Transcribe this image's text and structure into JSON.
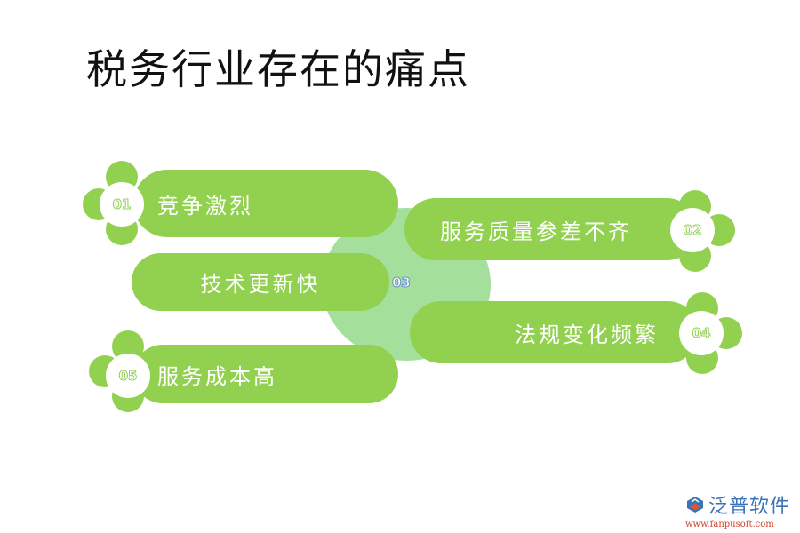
{
  "title": "税务行业存在的痛点",
  "colors": {
    "pill": "#92d050",
    "center_circle": "#a5df9c",
    "badge_text_outline": "#92d050",
    "center_number_outline": "#6b8fd6"
  },
  "items": [
    {
      "number": "01",
      "label": "竞争激烈"
    },
    {
      "number": "02",
      "label": "服务质量参差不齐"
    },
    {
      "number": "03",
      "label": "技术更新快"
    },
    {
      "number": "04",
      "label": "法规变化频繁"
    },
    {
      "number": "05",
      "label": "服务成本高"
    }
  ],
  "logo": {
    "name": "泛普软件",
    "url": "www.fanpusoft.com"
  }
}
